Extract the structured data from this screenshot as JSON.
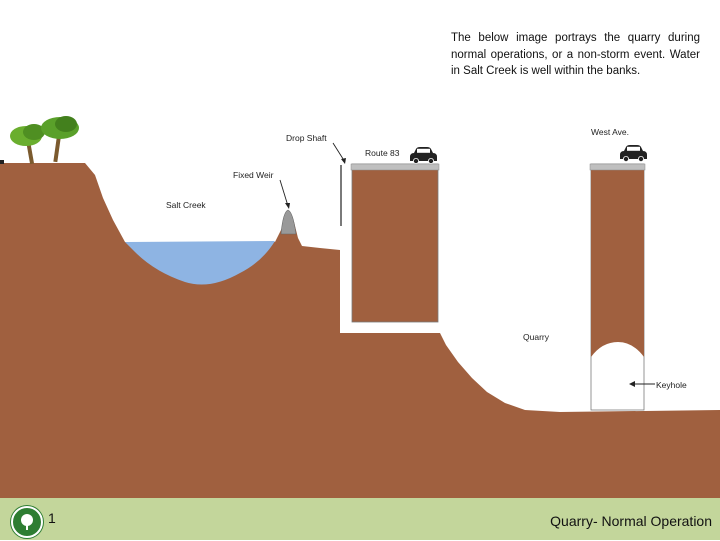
{
  "caption": "The below image portrays the quarry during normal operations, or a non-storm event.  Water in Salt Creek is well within the banks.",
  "labels": {
    "drop_shaft": "Drop Shaft",
    "route_83": "Route 83",
    "west_ave": "West Ave.",
    "fixed_weir": "Fixed Weir",
    "salt_creek": "Salt Creek",
    "quarry": "Quarry",
    "keyhole": "Keyhole"
  },
  "footer": {
    "page_number": "1",
    "title": "Quarry- Normal Operation"
  },
  "colors": {
    "earth": "#a0603f",
    "water": "#8eb4e3",
    "footer": "#c3d69b",
    "road": "#bfbfbf"
  },
  "icons": [
    "tree-icon",
    "car-icon",
    "arrow-icon",
    "logo-icon"
  ]
}
